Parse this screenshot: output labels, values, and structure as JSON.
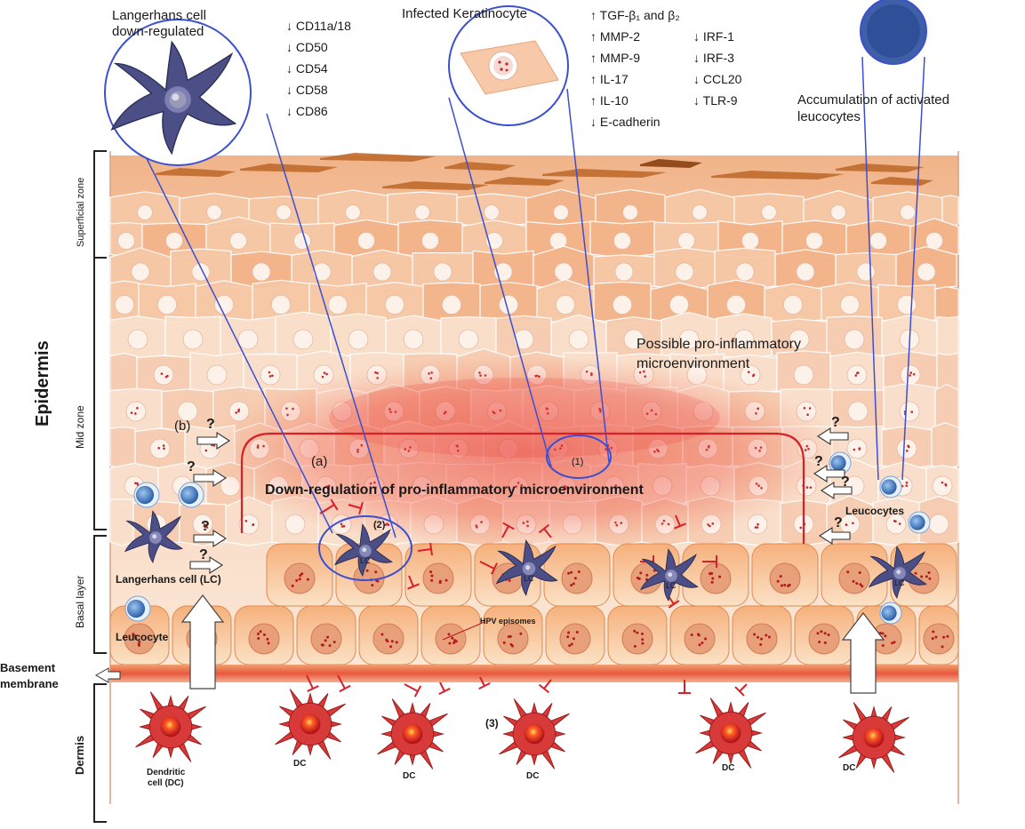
{
  "callouts": {
    "langerhans": {
      "title_line1": "Langerhans cell",
      "title_line2": "down-regulated",
      "markers": [
        "↓ CD11a/18",
        "↓ CD50",
        "↓ CD54",
        "↓ CD58",
        "↓ CD86"
      ]
    },
    "keratinocyte": {
      "title": "Infected Keratinocyte",
      "up_markers": [
        "↑ TGF-β₁ and β₂",
        "↑ MMP-2",
        "↑ MMP-9",
        "↑ IL-17",
        "↑ IL-10",
        "↓ E-cadherin"
      ],
      "down_markers": [
        "↓ IRF-1",
        "↓ IRF-3",
        "↓ CCL20",
        "↓ TLR-9"
      ]
    },
    "leucocytes": {
      "title_line1": "Accumulation of activated",
      "title_line2": "leucocytes"
    }
  },
  "zones": {
    "epidermis": "Epidermis",
    "superficial": "Superficial zone",
    "mid": "Mid zone",
    "basal": "Basal layer",
    "dermis": "Dermis"
  },
  "labels": {
    "pro_inflam_line1": "Possible pro-inflammatory",
    "pro_inflam_line2": "microenvironment",
    "down_regulation": "Down-regulation of pro-inflammatory microenvironment",
    "marker_a": "(a)",
    "marker_b": "(b)",
    "marker_1": "(1)",
    "marker_2": "(2)",
    "marker_3": "(3)",
    "question": "?",
    "lc_short": "LC",
    "langerhans_lc": "Langerhans cell (LC)",
    "leucocyte": "Leucocyte",
    "leucocytes": "Leucocytes",
    "hpv_episomes": "HPV episomes",
    "basement_line1": "Basement",
    "basement_line2": "membrane",
    "dc_line1": "Dendritic",
    "dc_line2": "cell (DC)",
    "dc_short": "DC"
  },
  "colors": {
    "skin_light": "#f8dcc4",
    "skin_mid": "#f3c4a0",
    "skin_dark": "#e79a66",
    "cornified": "#b8642a",
    "inflammation": "#e8322a",
    "lc_body": "#4b4f86",
    "dc_body": "#d83a3a",
    "leucocyte": "#3e78c4",
    "callout_line": "#3b4fd0",
    "basement": "#e8583e"
  }
}
